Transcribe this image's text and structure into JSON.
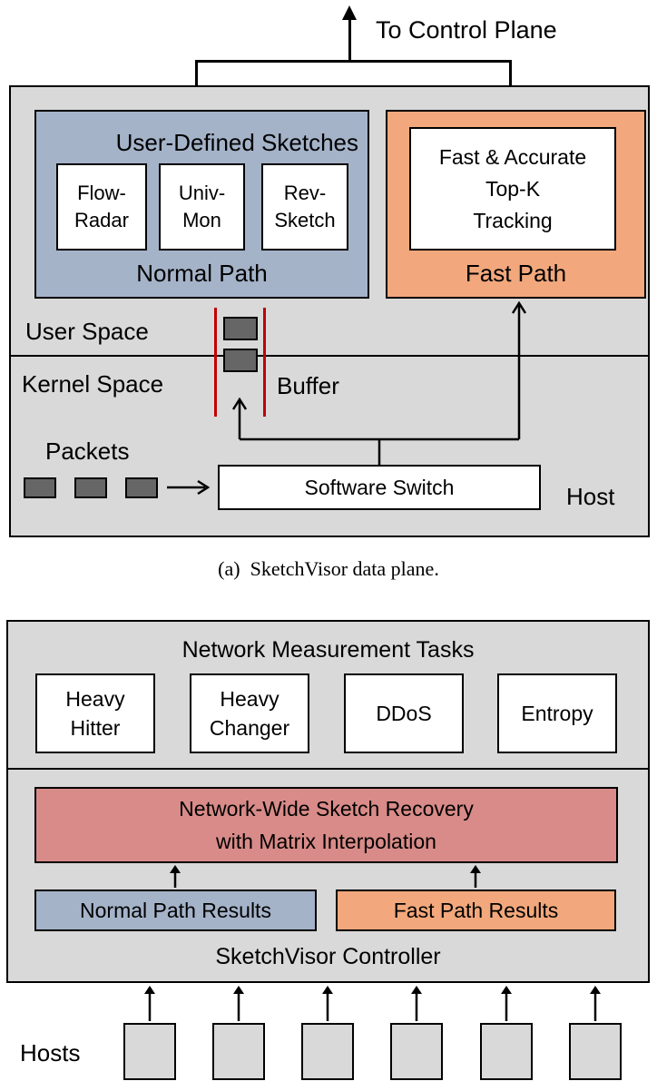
{
  "data_plane": {
    "to_control_plane": "To Control Plane",
    "user_defined_sketches": "User-Defined Sketches",
    "sketches": [
      {
        "line1": "Flow-",
        "line2": "Radar"
      },
      {
        "line1": "Univ-",
        "line2": "Mon"
      },
      {
        "line1": "Rev-",
        "line2": "Sketch"
      }
    ],
    "normal_path": "Normal Path",
    "topk_lines": [
      "Fast & Accurate",
      "Top-K",
      "Tracking"
    ],
    "fast_path": "Fast Path",
    "user_space": "User Space",
    "kernel_space": "Kernel Space",
    "buffer": "Buffer",
    "packets": "Packets",
    "software_switch": "Software Switch",
    "host": "Host",
    "caption": "(a)  SketchVisor data plane."
  },
  "control_plane": {
    "title": "Network Measurement Tasks",
    "tasks": [
      {
        "line1": "Heavy",
        "line2": "Hitter"
      },
      {
        "line1": "Heavy",
        "line2": "Changer"
      },
      {
        "line1": "DDoS",
        "line2": ""
      },
      {
        "line1": "Entropy",
        "line2": ""
      }
    ],
    "recovery_line1": "Network-Wide Sketch Recovery",
    "recovery_line2": "with Matrix Interpolation",
    "normal_results": "Normal Path Results",
    "fast_results": "Fast Path Results",
    "controller": "SketchVisor Controller",
    "hosts": "Hosts"
  },
  "colors": {
    "panel_gray": "#d9d9d9",
    "normal_blue": "#a5b3c9",
    "fast_orange": "#f2a87c",
    "recovery_red": "#d88b88",
    "buffer_red": "#c00000",
    "packet_gray": "#666666"
  }
}
